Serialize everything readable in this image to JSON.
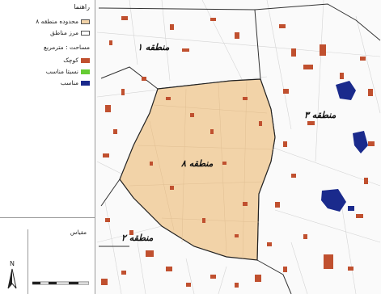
{
  "legend": {
    "title": "راهنما",
    "items": [
      {
        "label": "محدوده منطقه ۸",
        "color": "#f2d3a8"
      },
      {
        "label": "مرز مناطق",
        "color": "#ffffff"
      }
    ],
    "area_heading": "مساحت : مترمربع",
    "categories": [
      {
        "label": "کوچک",
        "color": "#c0502f"
      },
      {
        "label": "نسبتا مناسب",
        "color": "#66cc33"
      },
      {
        "label": "مناسب",
        "color": "#1a2a8c"
      }
    ]
  },
  "scale": {
    "title": "مقیاس"
  },
  "north": {
    "label": "N"
  },
  "zones": [
    {
      "label": "منطقه ۱"
    },
    {
      "label": "منطقه ۳"
    },
    {
      "label": "منطقه ۸"
    },
    {
      "label": "منطقه ۲"
    }
  ]
}
